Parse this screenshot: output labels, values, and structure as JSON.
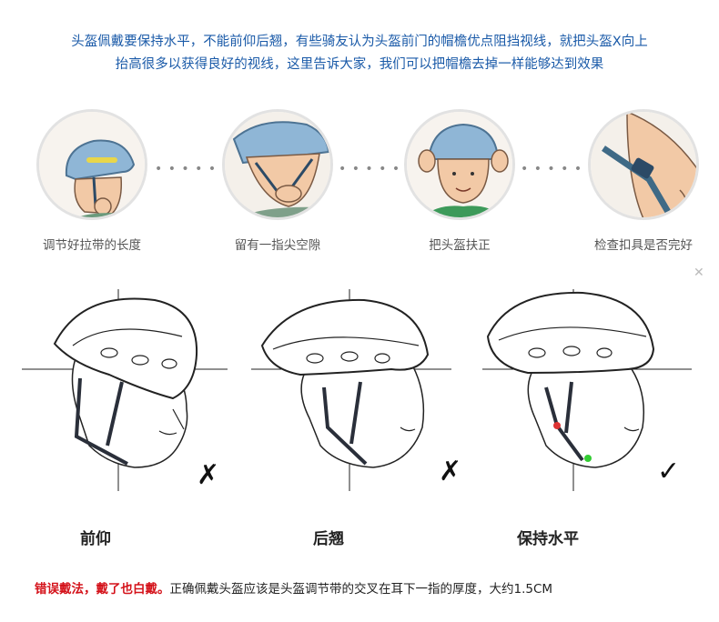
{
  "intro": {
    "line1": "头盔佩戴要保持水平，不能前仰后翘，有些骑友认为头盔前门的帽檐优点阻挡视线，就把头盔X向上",
    "line2": "抬高很多以获得良好的视线，这里告诉大家，我们可以把帽檐去掉一样能够达到效果"
  },
  "steps": [
    {
      "caption": "调节好拉带的长度"
    },
    {
      "caption": "留有一指尖空隙"
    },
    {
      "caption": "把头盔扶正"
    },
    {
      "caption": "检查扣具是否完好"
    }
  ],
  "connector": "• • • • • •",
  "close_glyph": "✕",
  "panels": [
    {
      "label": "前仰",
      "mark": "✗"
    },
    {
      "label": "后翘",
      "mark": "✗"
    },
    {
      "label": "保持水平",
      "mark": "✓"
    }
  ],
  "note": {
    "warning": "错误戴法，戴了也白戴。",
    "text": "正确佩戴头盔应该是头盔调节带的交叉在耳下一指的厚度，大约1.5CM"
  },
  "colors": {
    "intro": "#1a5aa8",
    "warning": "#d4121a",
    "helmet": "#8fb6d6"
  }
}
